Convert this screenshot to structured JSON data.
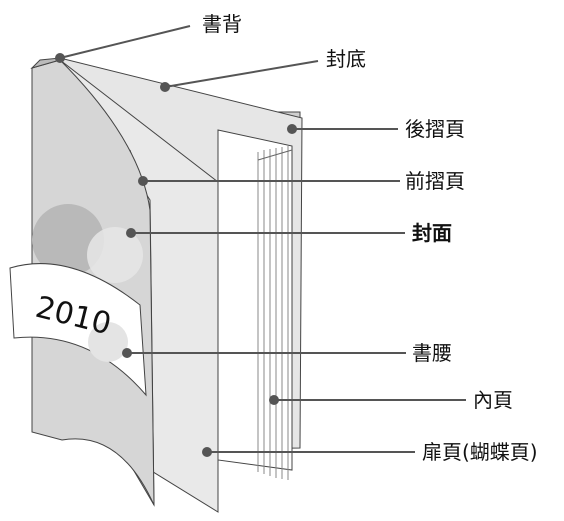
{
  "labels": {
    "spine": "書背",
    "back_cover": "封底",
    "back_flap": "後摺頁",
    "front_flap": "前摺頁",
    "front_cover": "封面",
    "obi_band": "書腰",
    "inner_pages": "內頁",
    "endpaper": "扉頁(蝴蝶頁)"
  },
  "band_text": "2010",
  "colors": {
    "leader": "#555555",
    "dot": "#555555",
    "cover": "#d6d6d6",
    "cover_light": "#ececec",
    "page": "#ffffff",
    "outline": "#444444"
  }
}
